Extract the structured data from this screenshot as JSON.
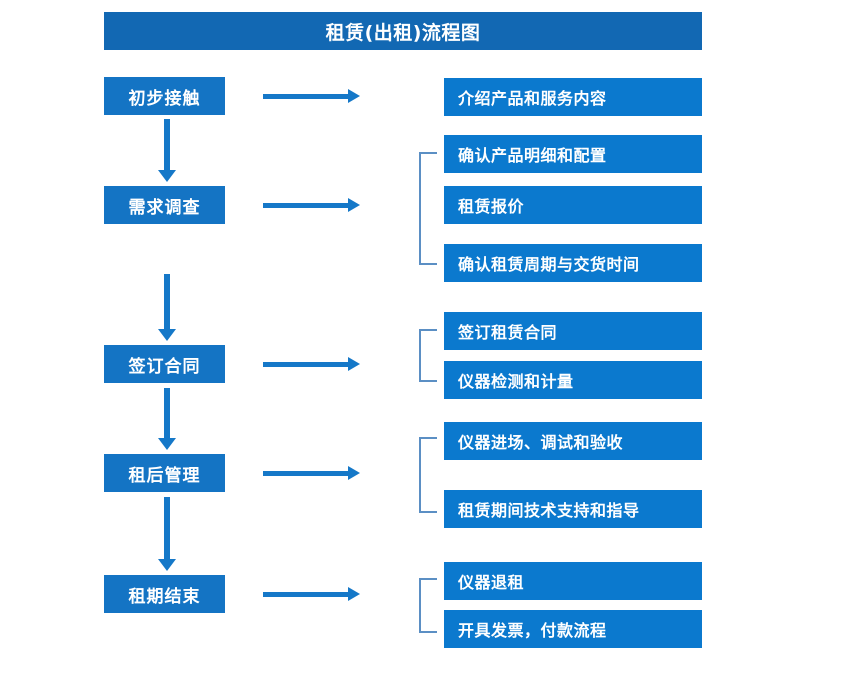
{
  "page": {
    "title": "租赁(出租)流程图",
    "colors": {
      "title_bar": "#1268B3",
      "stage_box": "#1474C4",
      "detail_box": "#0B79CE",
      "arrow": "#1578C8",
      "bracket": "#5B8FC4",
      "text": "#FFFFFF",
      "background": "#FFFFFF"
    }
  },
  "stages": [
    {
      "label": "初步接触"
    },
    {
      "label": "需求调查"
    },
    {
      "label": "签订合同"
    },
    {
      "label": "租后管理"
    },
    {
      "label": "租期结束"
    }
  ],
  "details": [
    {
      "label": "介绍产品和服务内容"
    },
    {
      "label": "确认产品明细和配置"
    },
    {
      "label": "租赁报价"
    },
    {
      "label": "确认租赁周期与交货时间"
    },
    {
      "label": "签订租赁合同"
    },
    {
      "label": "仪器检测和计量"
    },
    {
      "label": "仪器进场、调试和验收"
    },
    {
      "label": "租赁期间技术支持和指导"
    },
    {
      "label": "仪器退租"
    },
    {
      "label": "开具发票，付款流程"
    }
  ],
  "flow": {
    "stage_to_detail_arrows": 5,
    "stage_to_stage_arrows": 4,
    "group_brackets": 4
  }
}
